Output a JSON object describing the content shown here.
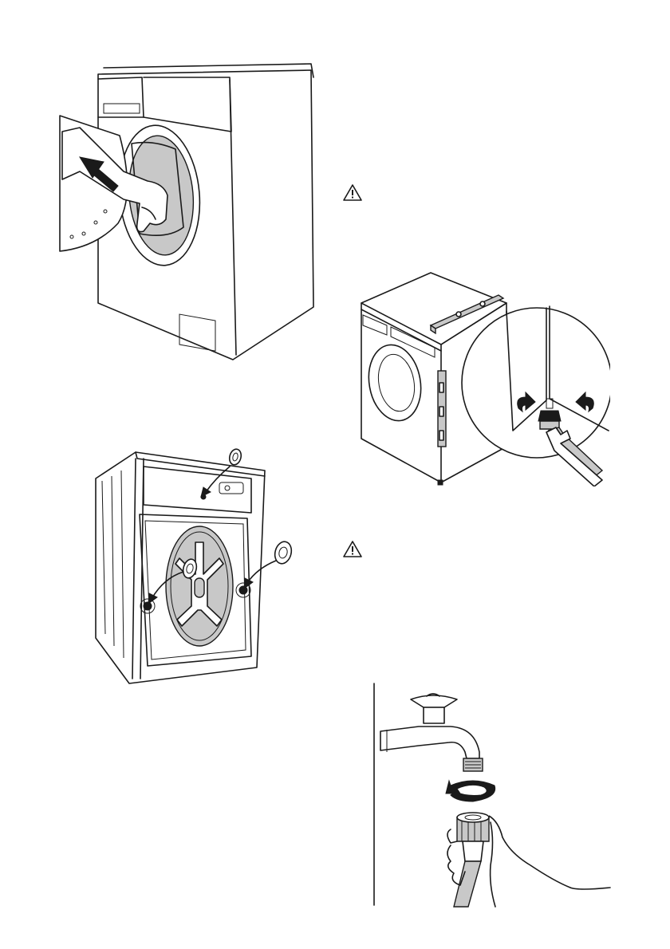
{
  "page": {
    "background": "#ffffff",
    "line_color": "#1a1a1a",
    "fill_grey": "#c8c8c8"
  },
  "figures": [
    {
      "id": "remove-polystyrene",
      "icons": [
        "washer-door-open-illustration",
        "hand-icon",
        "push-arrow-icon"
      ]
    },
    {
      "id": "fit-plastic-caps",
      "icons": [
        "washer-rear-illustration",
        "plastic-cap-icon",
        "curved-arrow-icon"
      ]
    },
    {
      "id": "level-machine",
      "icons": [
        "spirit-level-icon",
        "adjustable-foot-icon",
        "spanner-icon",
        "rotate-arrow-icon"
      ]
    },
    {
      "id": "connect-inlet-hose",
      "icons": [
        "water-tap-icon",
        "hose-connector-icon",
        "rotate-arrow-icon",
        "hand-icon"
      ]
    }
  ],
  "warnings": [
    {
      "icon": "warning-triangle-icon"
    },
    {
      "icon": "warning-triangle-icon"
    }
  ]
}
